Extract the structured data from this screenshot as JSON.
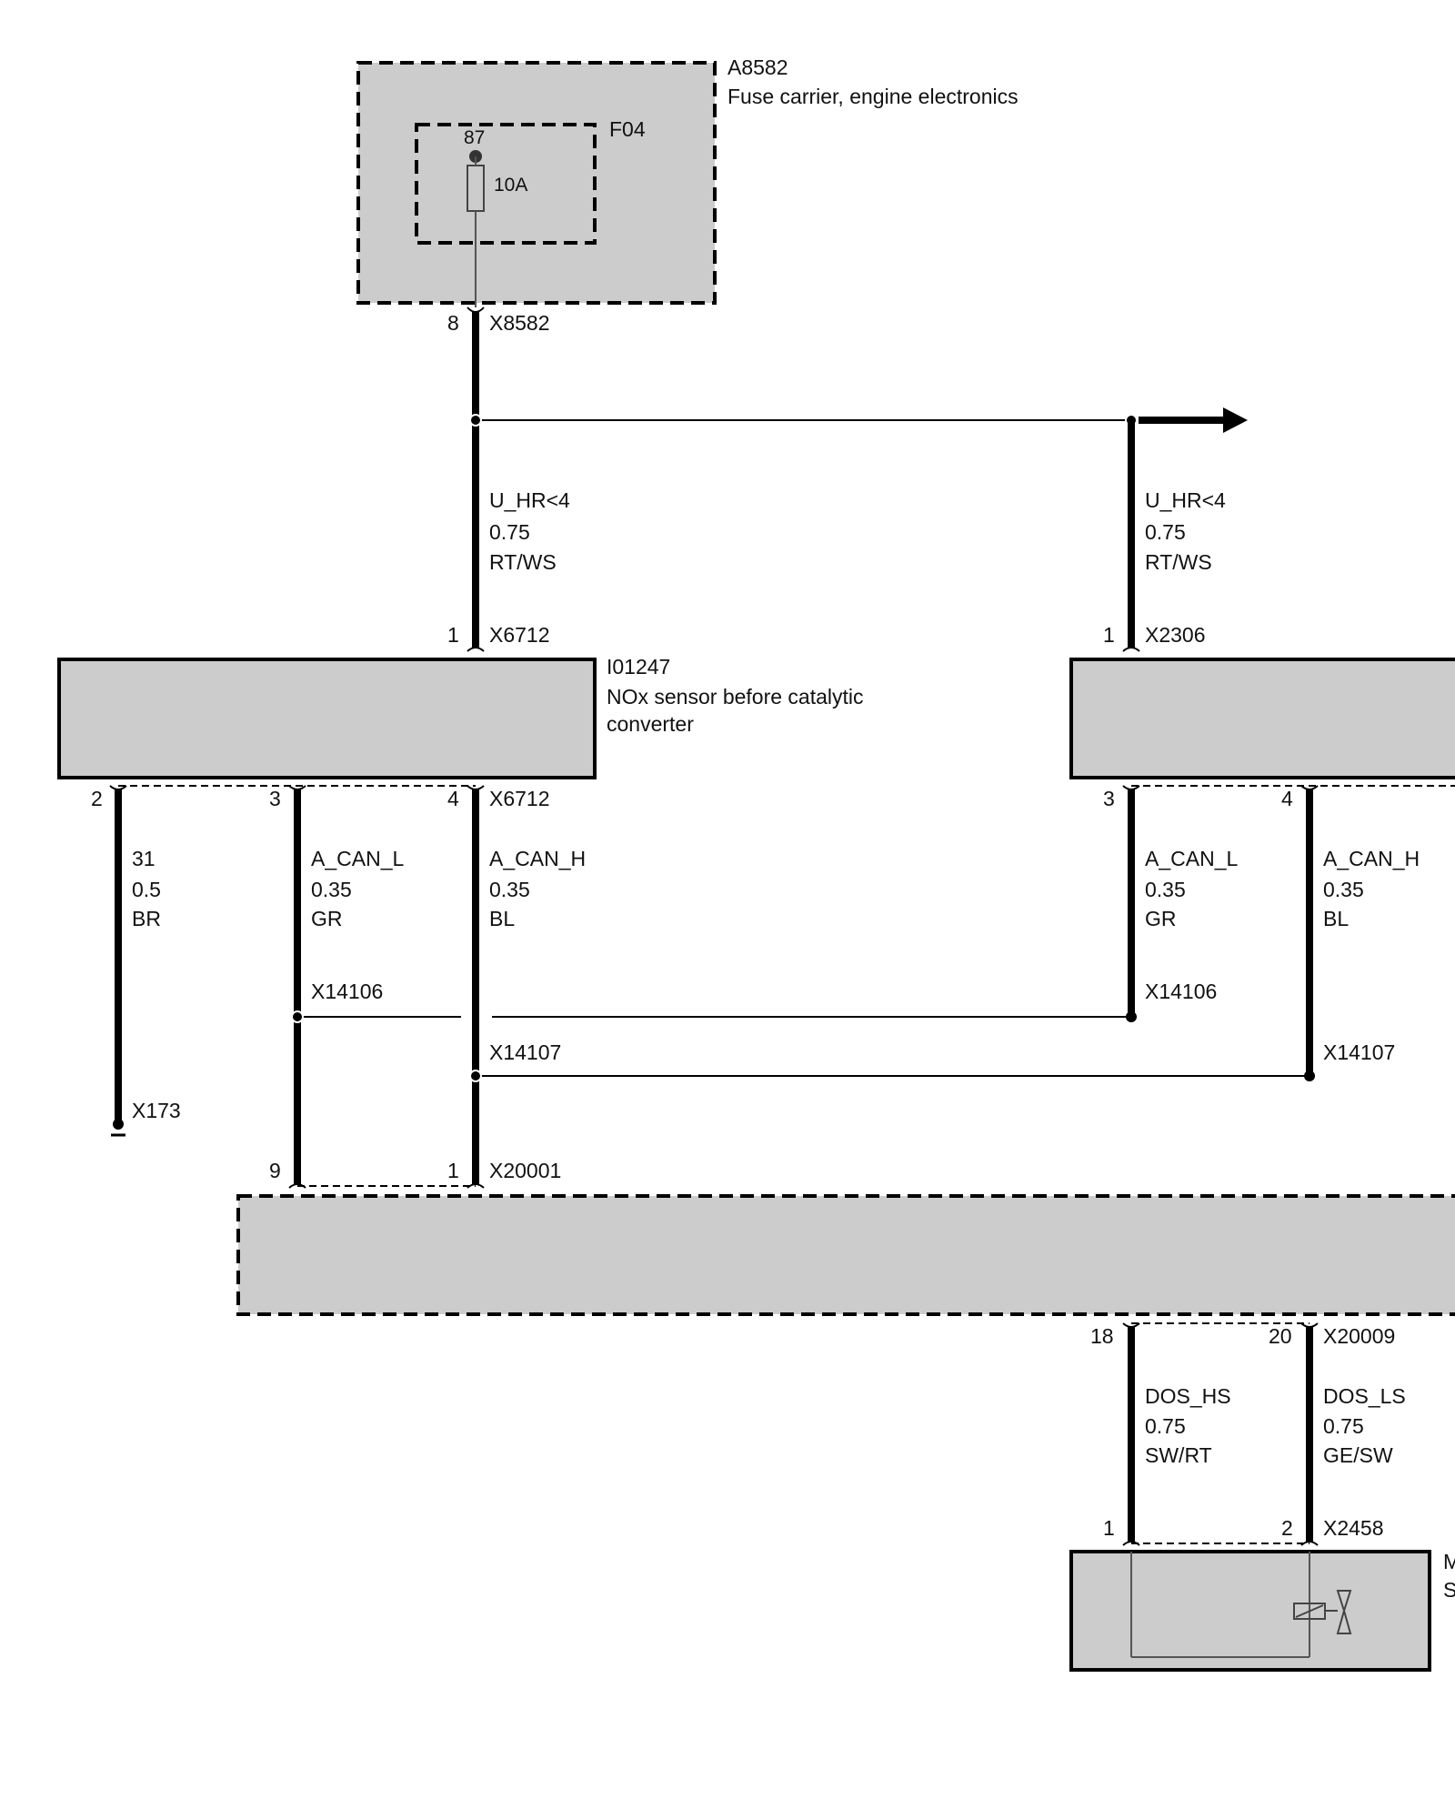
{
  "fuse_carrier": {
    "id": "A8582",
    "description": "Fuse carrier, engine electronics",
    "fuse_id": "F04",
    "fuse_pin": "87",
    "fuse_rating": "10A",
    "connector": "X8582",
    "connector_pin": "8"
  },
  "upper_wires": {
    "left": {
      "signal": "U_HR<4",
      "gauge": "0.75",
      "color": "RT/WS"
    },
    "right": {
      "signal": "U_HR<4",
      "gauge": "0.75",
      "color": "RT/WS"
    }
  },
  "nox_sensor": {
    "id": "I01247",
    "description_line1": "NOx sensor before catalytic",
    "description_line2": "converter",
    "input_connector": "X6712",
    "input_pin": "1",
    "output_connector": "X6712",
    "pins": [
      "2",
      "3",
      "4"
    ]
  },
  "right_sensor": {
    "input_connector": "X2306",
    "input_pin": "1",
    "pins": [
      "3",
      "4"
    ]
  },
  "lower_wires": {
    "ground": {
      "signal": "31",
      "gauge": "0.5",
      "color": "BR"
    },
    "can_l_left": {
      "signal": "A_CAN_L",
      "gauge": "0.35",
      "color": "GR"
    },
    "can_h_left": {
      "signal": "A_CAN_H",
      "gauge": "0.35",
      "color": "BL"
    },
    "can_l_right": {
      "signal": "A_CAN_L",
      "gauge": "0.35",
      "color": "GR"
    },
    "can_h_right": {
      "signal": "A_CAN_H",
      "gauge": "0.35",
      "color": "BL"
    }
  },
  "splices": {
    "can_l_left": "X14106",
    "can_h_left": "X14107",
    "can_l_right": "X14106",
    "can_h_right": "X14107",
    "ground": "X173"
  },
  "control_unit": {
    "top_connector": "X20001",
    "top_pins": [
      "9",
      "1"
    ],
    "bottom_connector": "X20009",
    "bottom_pins": [
      "18",
      "20"
    ]
  },
  "dosing_wires": {
    "high": {
      "signal": "DOS_HS",
      "gauge": "0.75",
      "color": "SW/RT"
    },
    "low": {
      "signal": "DOS_LS",
      "gauge": "0.75",
      "color": "GE/SW"
    }
  },
  "dosing_valve": {
    "connector": "X2458",
    "pins": [
      "1",
      "2"
    ],
    "label_fragment_1": "M",
    "label_fragment_2": "S"
  }
}
